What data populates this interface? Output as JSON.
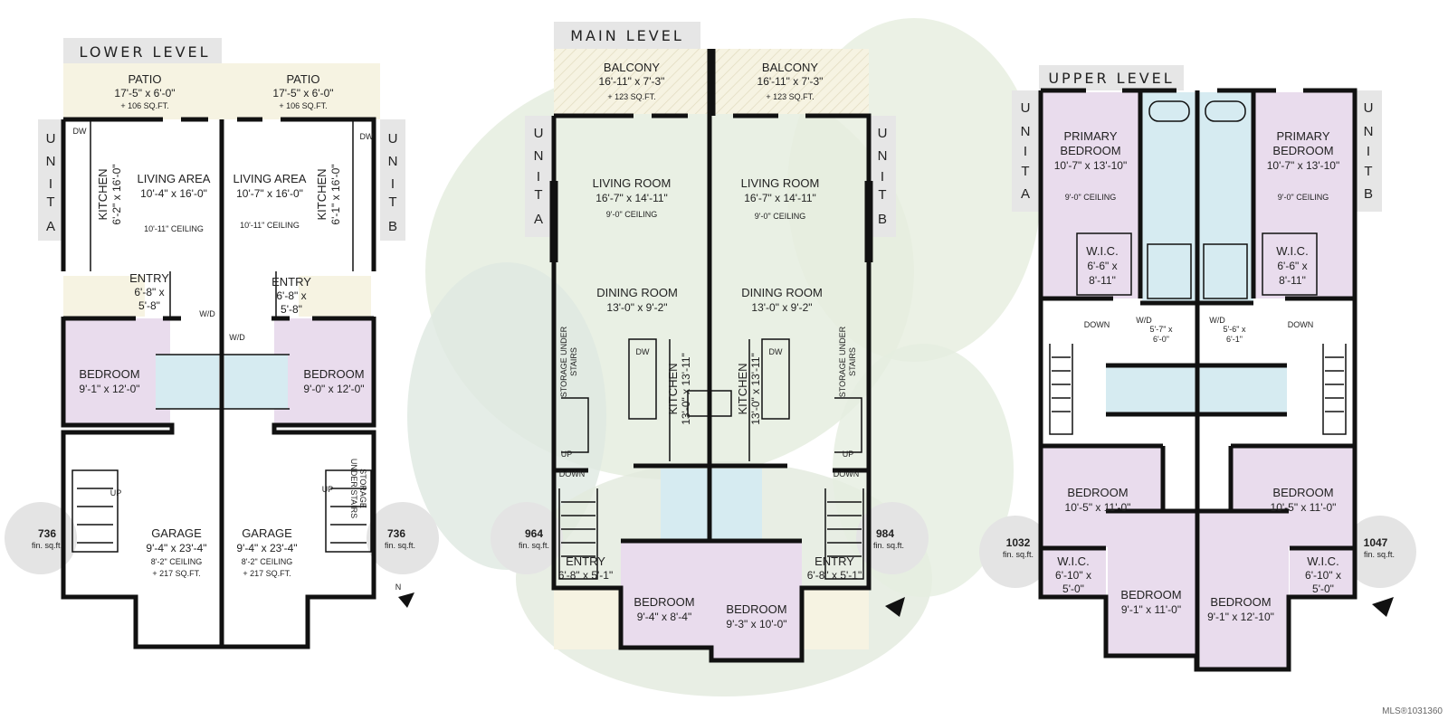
{
  "levels": {
    "lower": "LOWER LEVEL",
    "main": "MAIN LEVEL",
    "upper": "UPPER LEVEL"
  },
  "unit": {
    "a": [
      "U",
      "N",
      "I",
      "T",
      "A"
    ],
    "b": [
      "U",
      "N",
      "I",
      "T",
      "B"
    ]
  },
  "lower": {
    "patio_a": {
      "name": "PATIO",
      "dim": "17'-5\" x 6'-0\"",
      "area": "+ 106 SQ.FT."
    },
    "patio_b": {
      "name": "PATIO",
      "dim": "17'-5\" x 6'-0\"",
      "area": "+ 106 SQ.FT."
    },
    "kitchen_a": {
      "name": "KITCHEN",
      "dim": "6'-2\" x 16'-0\""
    },
    "kitchen_b": {
      "name": "KITCHEN",
      "dim": "6'-1\" x 16'-0\""
    },
    "living_a": {
      "name": "LIVING AREA",
      "dim": "10'-4\" x 16'-0\"",
      "ceiling": "10'-11\" CEILING"
    },
    "living_b": {
      "name": "LIVING AREA",
      "dim": "10'-7\" x 16'-0\"",
      "ceiling": "10'-11\" CEILING"
    },
    "entry_a": {
      "name": "ENTRY",
      "dim1": "6'-8\" x",
      "dim2": "5'-8\""
    },
    "entry_b": {
      "name": "ENTRY",
      "dim1": "6'-8\" x",
      "dim2": "5'-8\""
    },
    "bedroom_a": {
      "name": "BEDROOM",
      "dim": "9'-1\" x 12'-0\""
    },
    "bedroom_b": {
      "name": "BEDROOM",
      "dim": "9'-0\" x 12'-0\""
    },
    "garage_a": {
      "name": "GARAGE",
      "dim": "9'-4\" x 23'-4\"",
      "ceiling": "8'-2\" CEILING",
      "area": "+ 217 SQ.FT."
    },
    "garage_b": {
      "name": "GARAGE",
      "dim": "9'-4\" x 23'-4\"",
      "ceiling": "8'-2\" CEILING",
      "area": "+ 217 SQ.FT."
    },
    "storage": {
      "line1": "STORAGE",
      "line2": "UNDER STAIRS"
    },
    "up_a": "UP",
    "up_b": "UP",
    "dw": "DW",
    "wd": "W/D",
    "fin_a": {
      "value": "736",
      "label": "fin. sq.ft."
    },
    "fin_b": {
      "value": "736",
      "label": "fin. sq.ft."
    },
    "north": "N"
  },
  "main": {
    "balcony_a": {
      "name": "BALCONY",
      "dim": "16'-11\" x 7'-3\"",
      "area": "+ 123 SQ.FT."
    },
    "balcony_b": {
      "name": "BALCONY",
      "dim": "16'-11\" x 7'-3\"",
      "area": "+ 123 SQ.FT."
    },
    "living_a": {
      "name": "LIVING ROOM",
      "dim": "16'-7\" x 14'-11\"",
      "ceiling": "9'-0\" CEILING"
    },
    "living_b": {
      "name": "LIVING ROOM",
      "dim": "16'-7\" x 14'-11\"",
      "ceiling": "9'-0\" CEILING"
    },
    "dining_a": {
      "name": "DINING ROOM",
      "dim": "13'-0\" x 9'-2\""
    },
    "dining_b": {
      "name": "DINING ROOM",
      "dim": "13'-0\" x 9'-2\""
    },
    "kitchen_a": {
      "name": "KITCHEN",
      "dim": "13'-0\" x 13'-11\""
    },
    "kitchen_b": {
      "name": "KITCHEN",
      "dim": "13'-0\" x 13'-11\""
    },
    "storage": {
      "line1": "STORAGE UNDER",
      "line2": "STAIRS"
    },
    "up": "UP",
    "down": "DOWN",
    "entry_a": {
      "name": "ENTRY",
      "dim": "6'-8\" x 5'-1\""
    },
    "entry_b": {
      "name": "ENTRY",
      "dim": "6'-8\" x 5'-1\""
    },
    "bedroom_a": {
      "name": "BEDROOM",
      "dim": "9'-4\" x 8'-4\""
    },
    "bedroom_b": {
      "name": "BEDROOM",
      "dim": "9'-3\" x 10'-0\""
    },
    "dw": "DW",
    "fin_a": {
      "value": "964",
      "label": "fin. sq.ft."
    },
    "fin_b": {
      "value": "984",
      "label": "fin. sq.ft."
    }
  },
  "upper": {
    "primary_a": {
      "line1": "PRIMARY",
      "line2": "BEDROOM",
      "dim": "10'-7\" x 13'-10\"",
      "ceiling": "9'-0\" CEILING"
    },
    "primary_b": {
      "line1": "PRIMARY",
      "line2": "BEDROOM",
      "dim": "10'-7\" x 13'-10\"",
      "ceiling": "9'-0\" CEILING"
    },
    "wic_a": {
      "name": "W.I.C.",
      "dim1": "6'-6\" x",
      "dim2": "8'-11\""
    },
    "wic_b": {
      "name": "W.I.C.",
      "dim1": "6'-6\" x",
      "dim2": "8'-11\""
    },
    "down": "DOWN",
    "laundry_a": {
      "dim1": "5'-7\" x",
      "dim2": "6'-0\""
    },
    "laundry_b": {
      "dim1": "5'-6\" x",
      "dim2": "6'-1\""
    },
    "wd": "W/D",
    "bed2_a": {
      "name": "BEDROOM",
      "dim": "10'-5\" x 11'-0\""
    },
    "bed2_b": {
      "name": "BEDROOM",
      "dim": "10'-5\" x 11'-0\""
    },
    "wic2_a": {
      "name": "W.I.C.",
      "dim1": "6'-10\" x",
      "dim2": "5'-0\""
    },
    "wic2_b": {
      "name": "W.I.C.",
      "dim1": "6'-10\" x",
      "dim2": "5'-0\""
    },
    "bed3_a": {
      "name": "BEDROOM",
      "dim": "9'-1\" x 11'-0\""
    },
    "bed3_b": {
      "name": "BEDROOM",
      "dim": "9'-1\" x 12'-10\""
    },
    "fin_a": {
      "value": "1032",
      "label": "fin. sq.ft."
    },
    "fin_b": {
      "value": "1047",
      "label": "fin. sq.ft."
    }
  },
  "colors": {
    "bedroom": "#e9dced",
    "bath": "#d6ebf1",
    "patio": "#f6f3e2",
    "wall": "#111111",
    "tab": "#e6e6e6",
    "circle": "#e4e4e4"
  },
  "mls": "MLS®1031360"
}
